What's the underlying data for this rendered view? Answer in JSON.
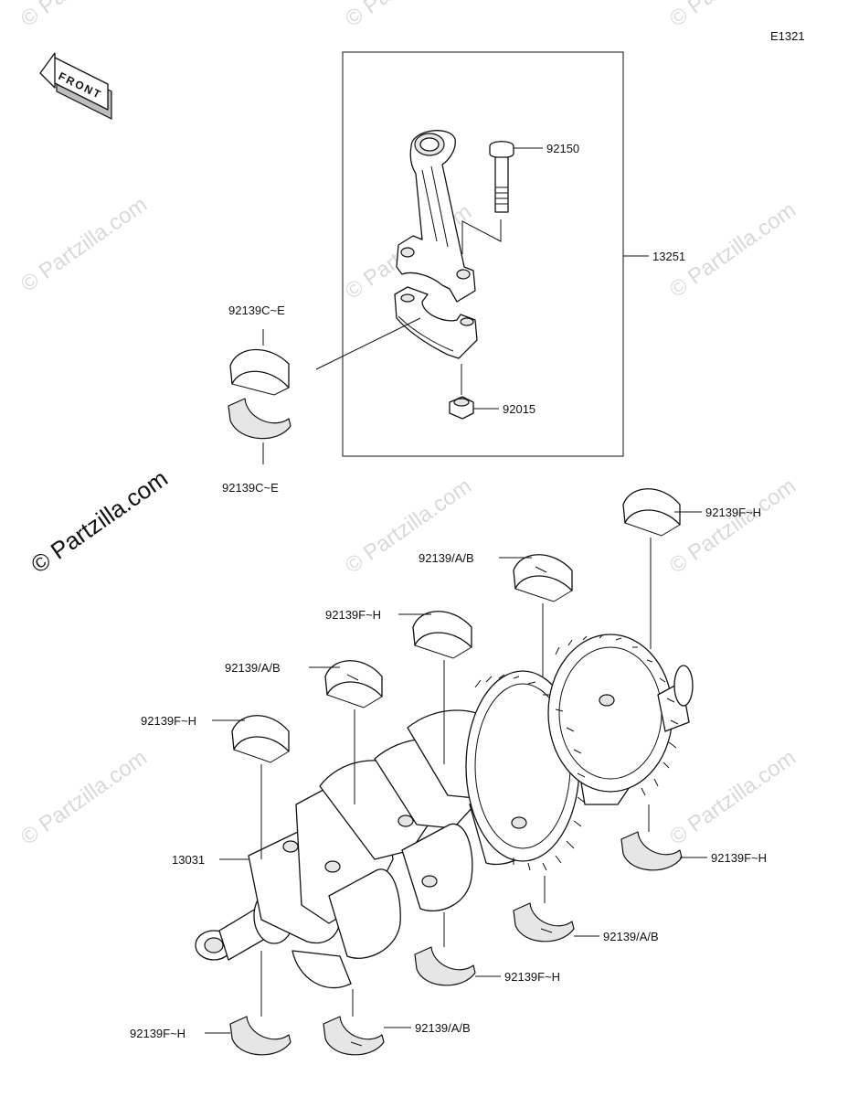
{
  "diagram_code": "E1321",
  "front_label": "FRONT",
  "watermark": "© Partzilla.com",
  "labels": {
    "rod_bolt": "92150",
    "rod_assembly": "13251",
    "rod_nut": "92015",
    "rod_bearing_upper": "92139C~E",
    "rod_bearing_lower": "92139C~E",
    "crank": "13031",
    "main_bearing_1": "92139F~H",
    "main_bearing_2": "92139/A/B",
    "main_bearing_3": "92139F~H",
    "main_bearing_4": "92139/A/B",
    "main_bearing_5": "92139F~H",
    "main_bearing_6": "92139F~H",
    "main_bearing_7": "92139/A/B",
    "main_bearing_8": "92139F~H",
    "main_bearing_9": "92139/A/B",
    "main_bearing_10": "92139F~H"
  }
}
